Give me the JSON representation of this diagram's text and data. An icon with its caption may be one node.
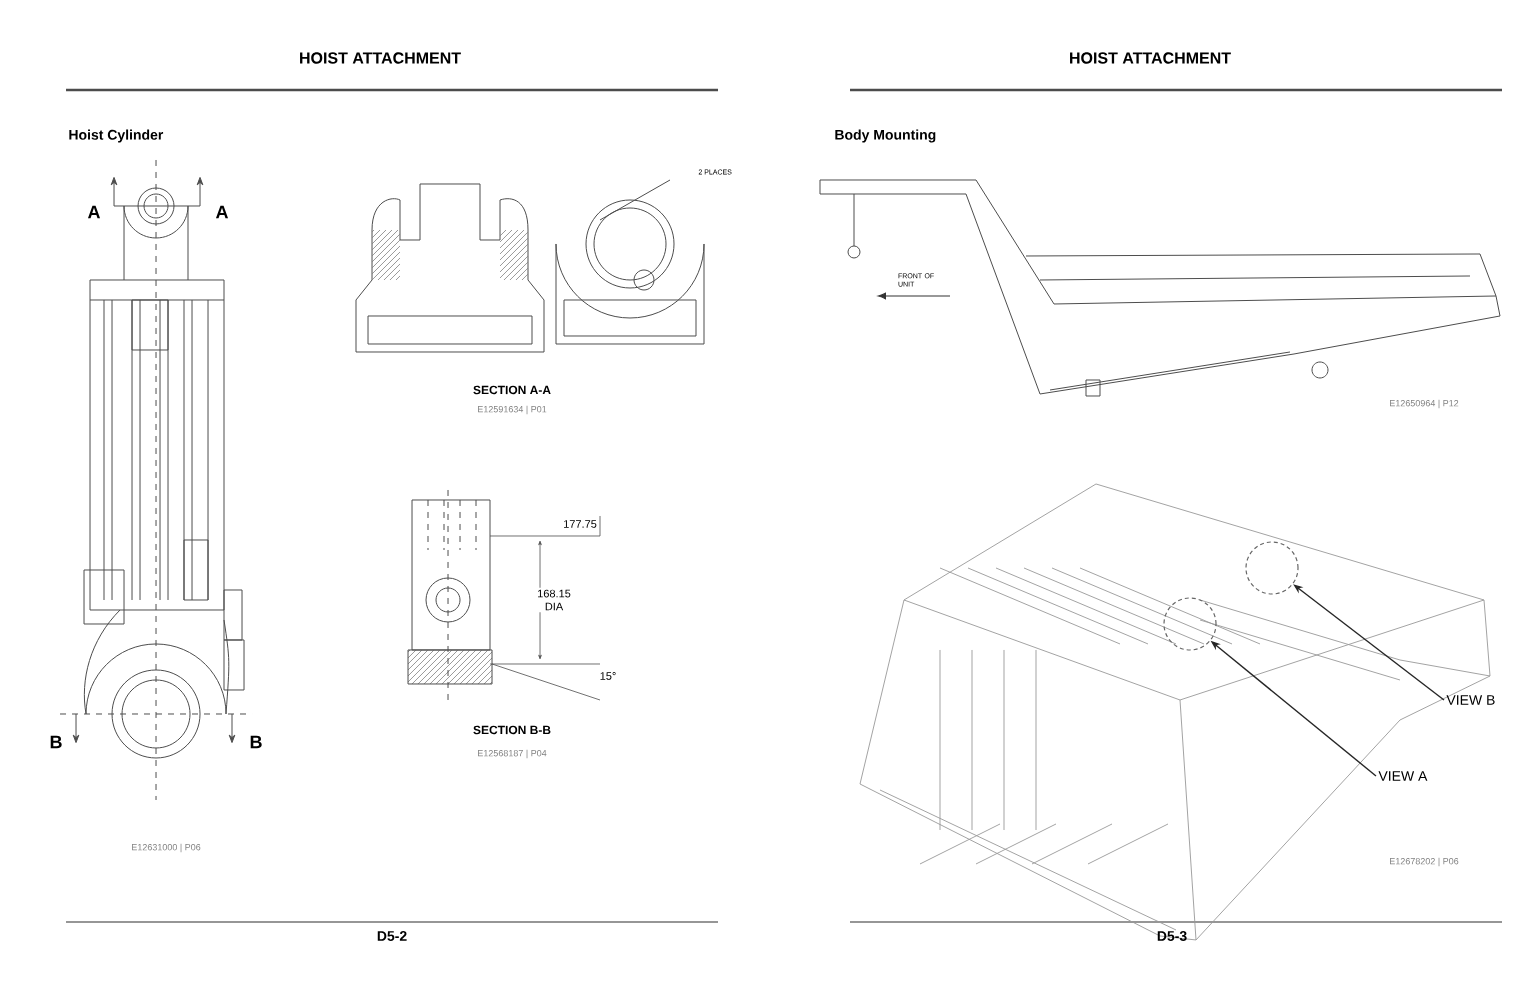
{
  "diagram": {
    "nodes": [
      {
        "text": [
          "VIEW B"
        ]
      },
      {
        "text": [
          "VIEW A"
        ]
      },
      {
        "text": [],
        "shape": "circle"
      },
      {
        "text": [],
        "shape": "circle"
      }
    ],
    "edges": [
      {
        "from": 0,
        "to": 3,
        "arrow": "to"
      },
      {
        "from": 1,
        "to": 2,
        "arrow": "to"
      }
    ],
    "labels": [
      "HOIST ATTACHMENT",
      "HOIST ATTACHMENT",
      "Hoist Cylinder",
      "Body Mounting",
      "A",
      "A",
      "B",
      "B",
      "2 PLACES",
      "SECTION A-A",
      "E12591634 | P01",
      "177.75",
      "168.15 DIA",
      "15°",
      "SECTION B-B",
      "E12568187 | P04",
      "E12631000 | P06",
      "FRONT OF UNIT",
      "E12650964 | P12",
      "E12678202 | P06",
      "D5-2",
      "D5-3"
    ]
  }
}
